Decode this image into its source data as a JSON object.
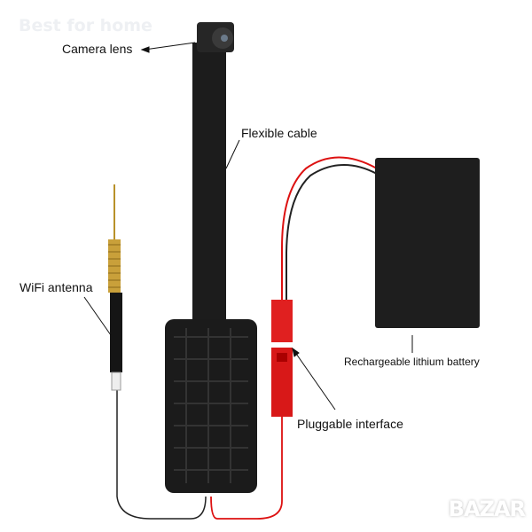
{
  "watermark": "Best for home",
  "logo": "BAZAR",
  "labels": {
    "camera_lens": "Camera lens",
    "flexible_cable": "Flexible cable",
    "wifi_antenna": "WiFi antenna",
    "battery": "Rechargeable lithium battery",
    "pluggable": "Pluggable interface"
  }
}
